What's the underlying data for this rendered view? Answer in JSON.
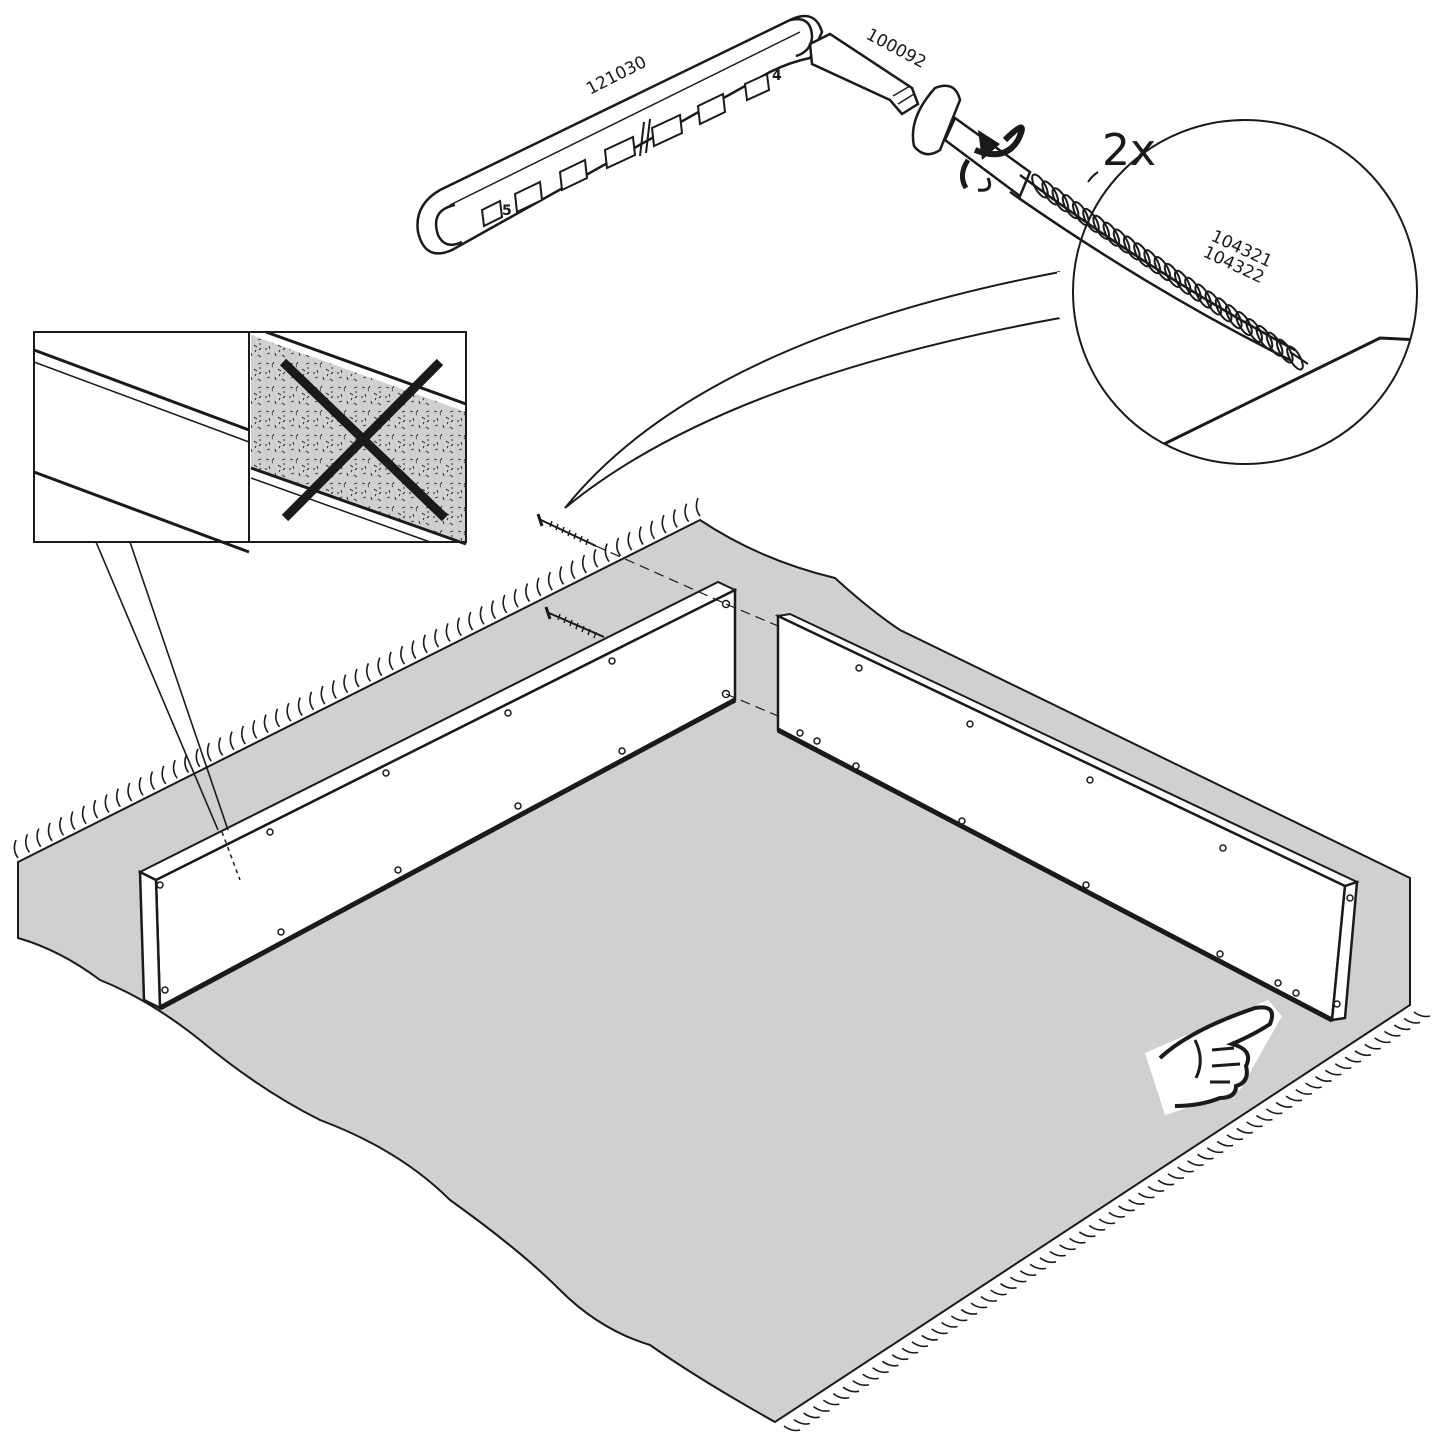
{
  "parts": {
    "wrench_id": "121030",
    "wrench_mark_5": "5",
    "wrench_mark_4": "4",
    "hex_key_id": "100092",
    "screw_id_a": "104321",
    "screw_id_b": "104322"
  },
  "quantity": "2x",
  "colors": {
    "rug": "#cfd0d2",
    "line": "#1a1a1a",
    "wood_texture": "#cccccc",
    "background": "#ffffff"
  },
  "icons": {
    "wrong": "cross-mark-icon",
    "attention": "pointing-hand-icon",
    "rotate": "rotation-arrow-icon"
  }
}
